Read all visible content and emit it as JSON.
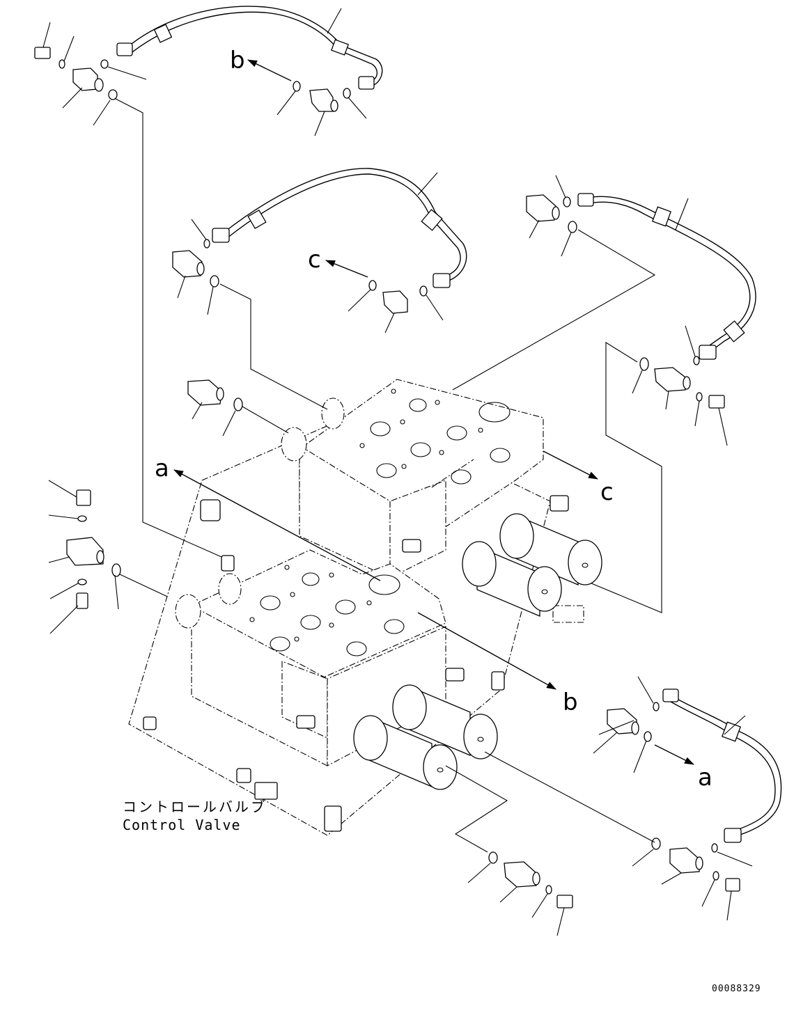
{
  "labels": {
    "arrow_a_left": "a",
    "arrow_a_right": "a",
    "arrow_b_top": "b",
    "arrow_b_right": "b",
    "arrow_c_top": "c",
    "arrow_c_right": "c"
  },
  "caption": {
    "japanese": "コントロールバルブ",
    "english": "Control Valve"
  },
  "figure_code": "00088329"
}
